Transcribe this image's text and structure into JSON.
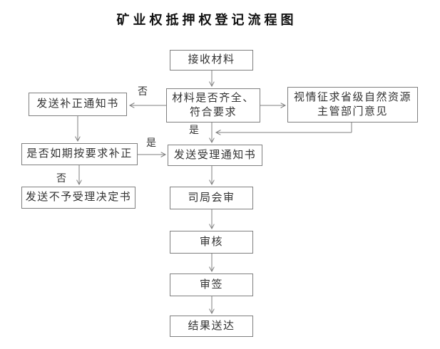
{
  "title": "矿业权抵押权登记流程图",
  "flowchart": {
    "nodes": {
      "receive": {
        "label": "接收材料"
      },
      "check": {
        "line1": "材料是否齐全、",
        "line2": "符合要求"
      },
      "send_correction": {
        "label": "发送补正通知书"
      },
      "consult": {
        "line1": "视情征求省级自然资源",
        "line2": "主管部门意见"
      },
      "send_acceptance": {
        "label": "发送受理通知书"
      },
      "corrected_on_time": {
        "label": "是否如期按要求补正"
      },
      "send_rejection": {
        "label": "发送不予受理决定书"
      },
      "joint_review": {
        "label": "司局会审"
      },
      "review": {
        "label": "审核"
      },
      "sign_off": {
        "label": "审签"
      },
      "deliver": {
        "label": "结果送达"
      }
    },
    "edge_labels": {
      "check_no": "否",
      "check_yes": "是",
      "corrected_yes": "是",
      "corrected_no": "否"
    },
    "colors": {
      "line": "#7f7f7f",
      "border": "#7f7f7f",
      "text": "#333333"
    }
  }
}
